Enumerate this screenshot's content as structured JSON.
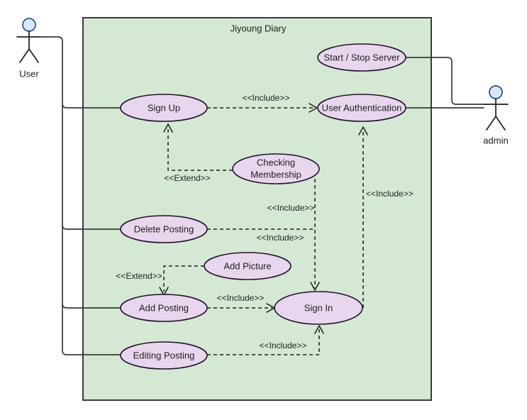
{
  "diagram": {
    "type": "uml-use-case-diagram",
    "title": "Jiyoung Diary",
    "colors": {
      "system_boundary_fill": "#d5e8d4",
      "system_boundary_stroke": "#3a3a3a",
      "use_case_fill": "#e8d6ef",
      "use_case_stroke": "#20122b",
      "actor_head_fill": "#dae8fc",
      "actor_head_stroke": "#2f4f7f",
      "line_stroke": "#1d1d1d",
      "page_background": "#ffffff"
    },
    "actors": [
      {
        "id": "user",
        "label": "User"
      },
      {
        "id": "admin",
        "label": "admin"
      }
    ],
    "use_cases": [
      {
        "id": "sign_up",
        "label": "Sign Up"
      },
      {
        "id": "start_stop_server",
        "label": "Start / Stop Server"
      },
      {
        "id": "user_authentication",
        "label": "User Authentication"
      },
      {
        "id": "checking_membership",
        "label_line1": "Checking",
        "label_line2": "Membership"
      },
      {
        "id": "delete_posting",
        "label": "Delete Posting"
      },
      {
        "id": "add_picture",
        "label": "Add Picture"
      },
      {
        "id": "add_posting",
        "label": "Add Posting"
      },
      {
        "id": "editing_posting",
        "label": "Editing Posting"
      },
      {
        "id": "sign_in",
        "label": "Sign In"
      }
    ],
    "relationship_labels": {
      "signup_to_auth": "<<Include>>",
      "membership_to_signup": "<<Extend>>",
      "membership_to_signin": "<<Include>>",
      "delete_to_signin": "<<Include>>",
      "picture_to_addposting": "<<Extend>>",
      "addposting_to_signin": "<<Include>>",
      "editing_to_signin": "<<Include>>",
      "signin_to_auth": "<<Include>>"
    }
  }
}
